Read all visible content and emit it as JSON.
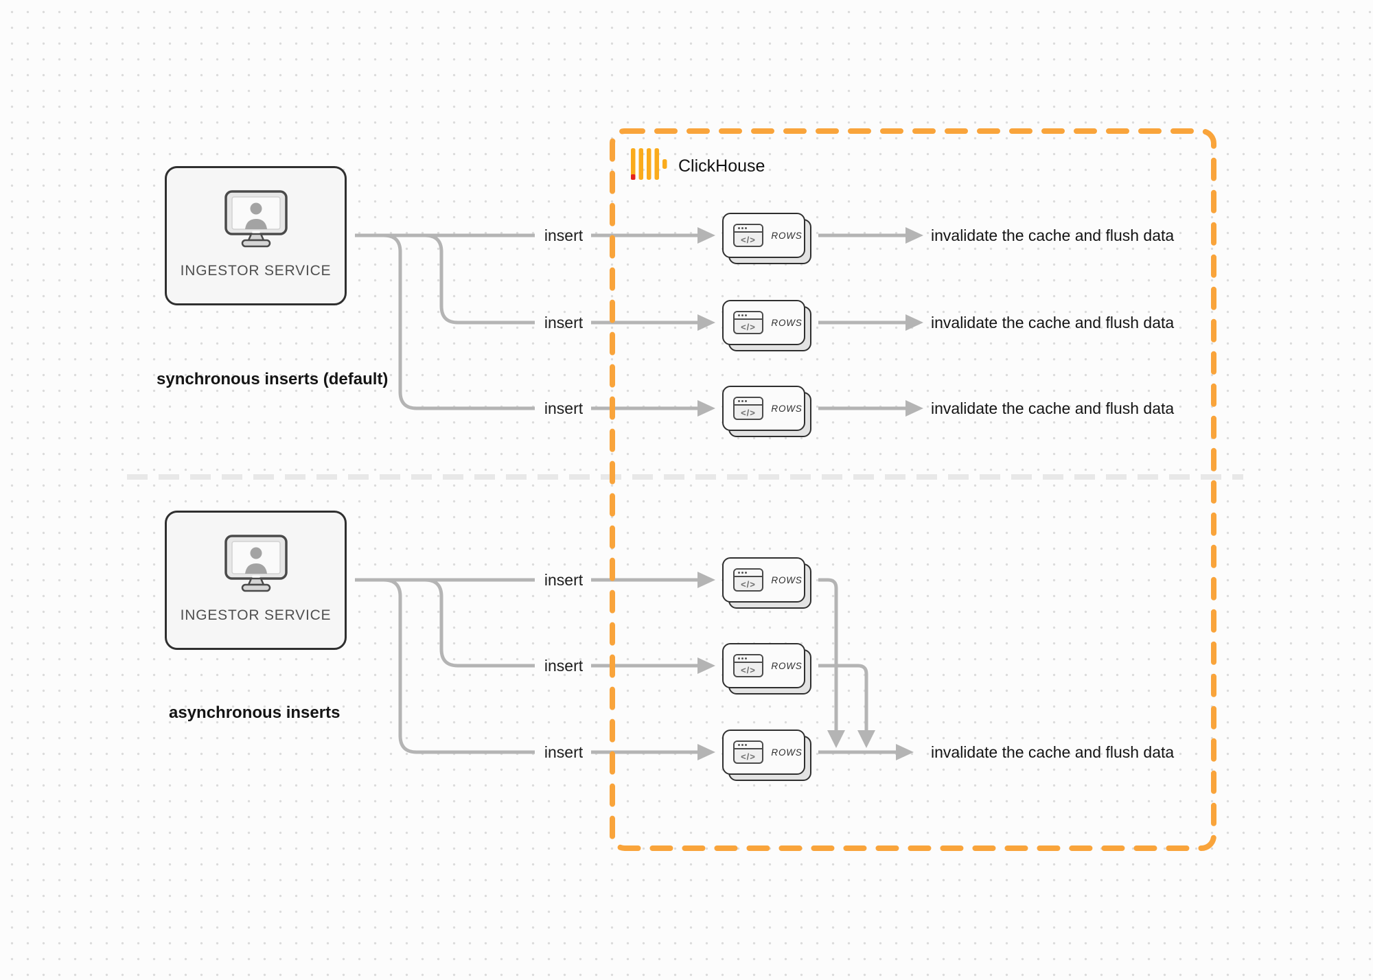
{
  "clickhouse": {
    "name": "ClickHouse"
  },
  "colors": {
    "connector": "#b4b4b4",
    "clickhouse_border": "#F9A43B",
    "logo_yellow": "#FAAB1C",
    "logo_red": "#E5231D",
    "divider": "#e8e8e8"
  },
  "icons": {
    "monitor_user": "monitor-user-icon",
    "browser_code": "browser-code-icon",
    "clickhouse_logo": "clickhouse-logo-icon"
  },
  "sync": {
    "service_label": "INGESTOR SERVICE",
    "section_label": "synchronous inserts (default)",
    "rows": [
      {
        "insert_label": "insert",
        "rows_label": "ROWS",
        "code_glyph": "</>",
        "outcome_label": "invalidate the cache and flush data"
      },
      {
        "insert_label": "insert",
        "rows_label": "ROWS",
        "code_glyph": "</>",
        "outcome_label": "invalidate the cache and flush data"
      },
      {
        "insert_label": "insert",
        "rows_label": "ROWS",
        "code_glyph": "</>",
        "outcome_label": "invalidate the cache and flush data"
      }
    ]
  },
  "async": {
    "service_label": "INGESTOR SERVICE",
    "section_label": "asynchronous inserts",
    "rows": [
      {
        "insert_label": "insert",
        "rows_label": "ROWS",
        "code_glyph": "</>"
      },
      {
        "insert_label": "insert",
        "rows_label": "ROWS",
        "code_glyph": "</>"
      },
      {
        "insert_label": "insert",
        "rows_label": "ROWS",
        "code_glyph": "</>"
      }
    ],
    "outcome_label": "invalidate the cache and flush data"
  }
}
